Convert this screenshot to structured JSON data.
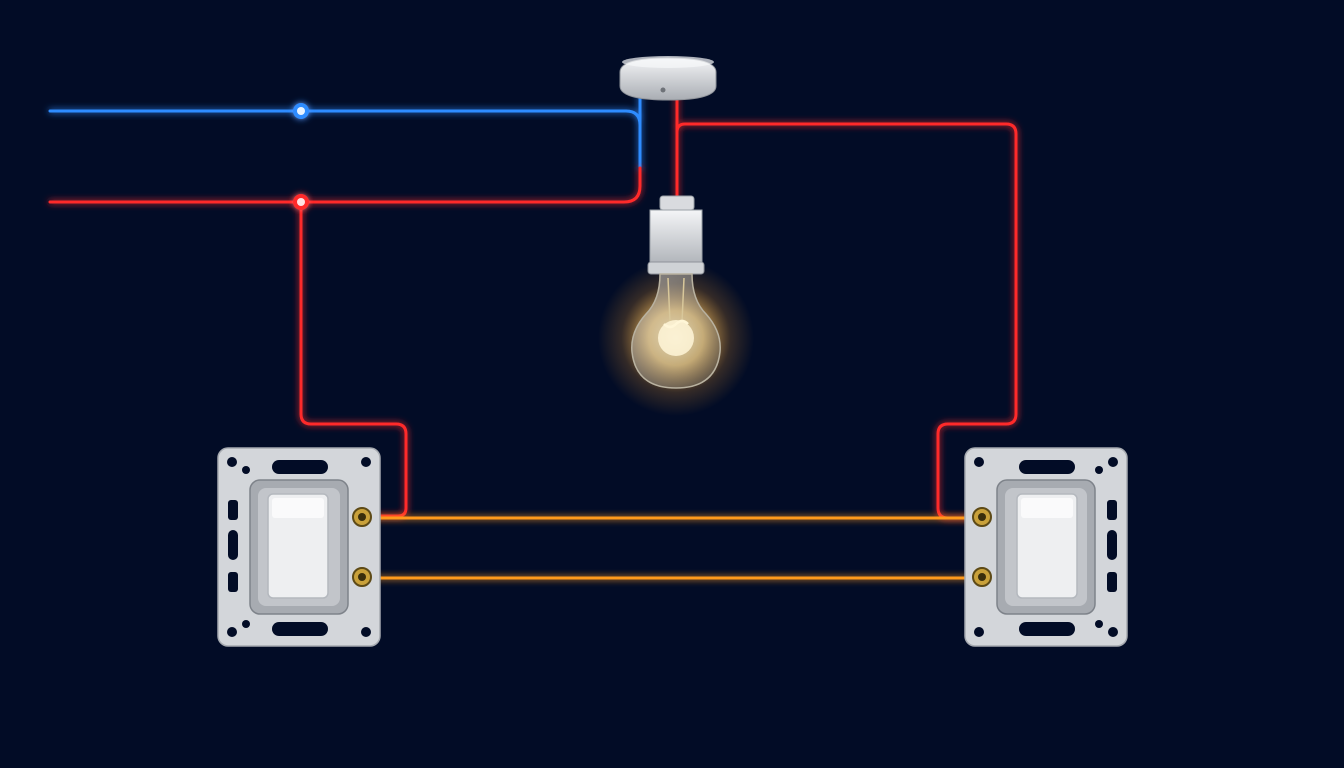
{
  "diagram": {
    "colors": {
      "background": "#020c26",
      "neutral_wire": "#2f8cff",
      "live_wire": "#ff2a2a",
      "traveler_wire": "#ff9a1f",
      "bulb_glow": "#ffd27a",
      "switch_frame": "#c9ccd1",
      "switch_rocker": "#eeeff1",
      "terminal": "#c9a13a"
    },
    "components": [
      {
        "id": "ceiling-rose",
        "icon": "ceiling-rose-icon"
      },
      {
        "id": "bulb",
        "icon": "light-bulb-icon",
        "state": "on"
      },
      {
        "id": "switch-left",
        "icon": "two-way-switch-icon"
      },
      {
        "id": "switch-right",
        "icon": "two-way-switch-icon"
      }
    ],
    "wires": [
      {
        "id": "supply-neutral",
        "type": "neutral"
      },
      {
        "id": "supply-live",
        "type": "live"
      },
      {
        "id": "live-to-left-switch",
        "type": "live"
      },
      {
        "id": "lamp-feed",
        "type": "live"
      },
      {
        "id": "lamp-return",
        "type": "live"
      },
      {
        "id": "traveler-1",
        "type": "traveler"
      },
      {
        "id": "traveler-2",
        "type": "traveler"
      }
    ]
  }
}
